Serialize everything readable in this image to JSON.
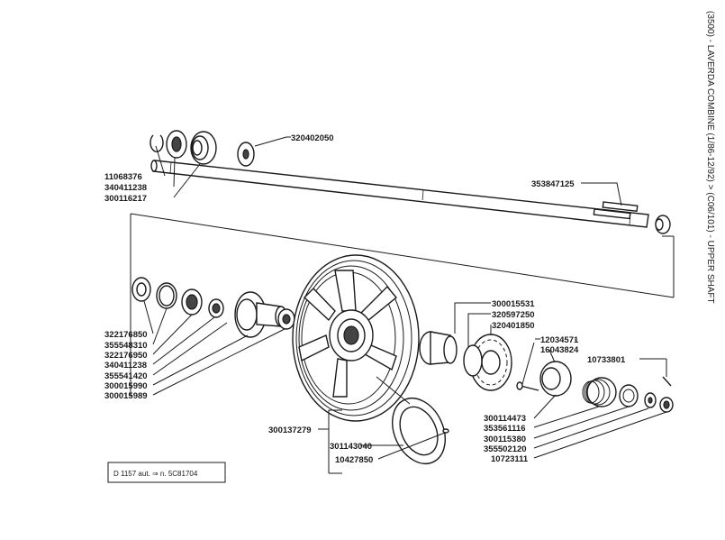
{
  "title": "(3500) - LAVERDA COMBINE (1/86-12/92) > (C06/101) - UPPER SHAFT",
  "note": "D 1157 aut. ⇒ n. 5C81704",
  "parts": {
    "p11068376": "11068376",
    "p340411238_a": "340411238",
    "p300116217": "300116217",
    "p320402050": "320402050",
    "p353847125": "353847125",
    "p322176850": "322176850",
    "p355548310": "355548310",
    "p322176950": "322176950",
    "p340411238_b": "340411238",
    "p355541420": "355541420",
    "p300015990": "300015990",
    "p300015989": "300015989",
    "p300137279": "300137279",
    "p301143040": "301143040",
    "p10427850": "10427850",
    "p300015531": "300015531",
    "p320597250": "320597250",
    "p320401850": "320401850",
    "p12034571": "12034571",
    "p16043824": "16043824",
    "p10733801": "10733801",
    "p300114473": "300114473",
    "p353561116": "353561116",
    "p300115380": "300115380",
    "p355502120": "355502120",
    "p10723111": "10723111"
  }
}
